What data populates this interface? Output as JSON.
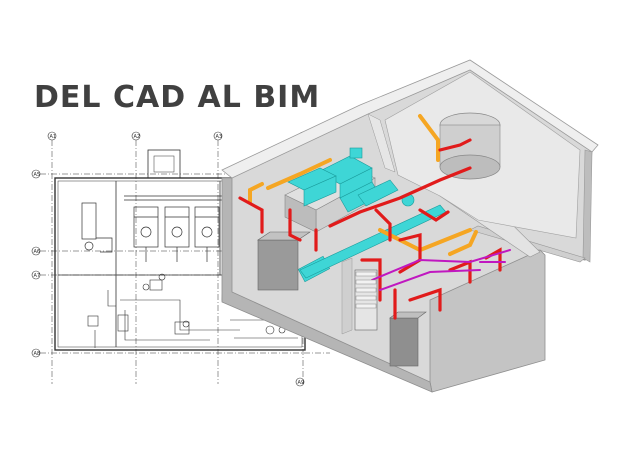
{
  "heading": {
    "title": "DEL CAD AL BIM"
  },
  "cad_plan": {
    "grid_labels_top": [
      "A1",
      "A2",
      "A3",
      "A4"
    ],
    "grid_labels_left": [
      "A5",
      "A6",
      "A7",
      "A8",
      "A9"
    ],
    "line_color": "#333333"
  },
  "bim_model": {
    "colors": {
      "concrete_top": "#e8e8e8",
      "concrete_side": "#c9c9c9",
      "concrete_dark": "#a9a9a9",
      "supply_duct": "#3ed6d6",
      "hot_water": "#e11b1b",
      "gas_line": "#f5a623",
      "drain_line": "#c018c0",
      "chiller": "#d8d8d8"
    }
  }
}
